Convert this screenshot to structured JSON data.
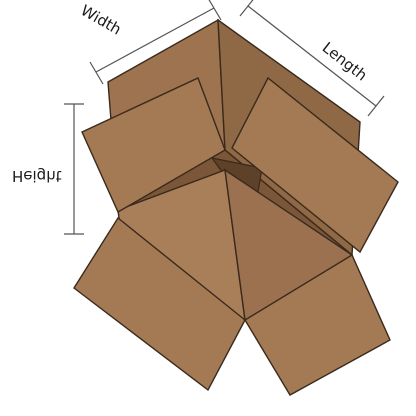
{
  "dimensions": {
    "width_label": "Width",
    "length_label": "Length",
    "height_label": "Height"
  },
  "colors": {
    "cardboard": "#a47a55",
    "cardboard_dark": "#8a6343",
    "cardboard_light": "#b8906b",
    "edge": "#3a2a1c",
    "dimension_line": "#555555"
  }
}
